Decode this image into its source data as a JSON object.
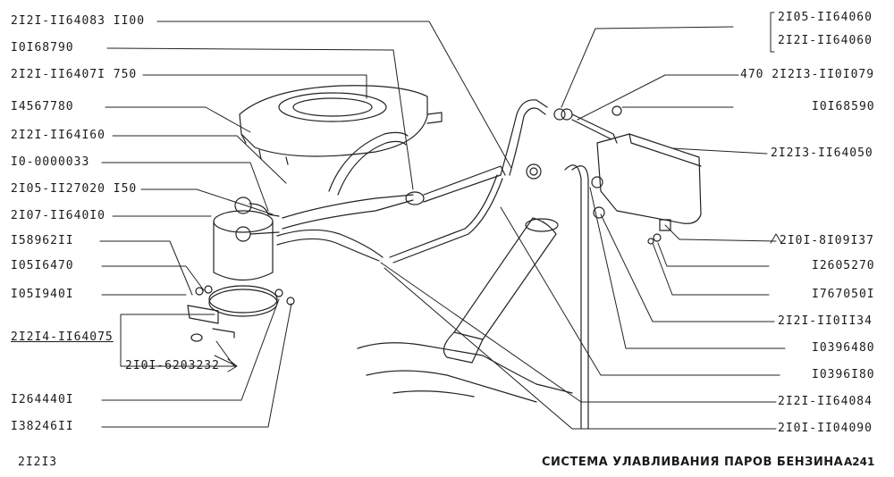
{
  "title": "СИСТЕМА УЛАВЛИВАНИЯ ПАРОВ БЕНЗИНА",
  "model_code": "2I2I3",
  "page_code": "A241",
  "left_labels": [
    "2I2I-II64083 II00",
    "I0I68790",
    "2I2I-II6407I 750",
    "I4567780",
    "2I2I-II64I60",
    "I0-0000033",
    "2I05-II27020 I50",
    "2I07-II640I0",
    "I58962II",
    "I05I6470",
    "I05I940I",
    "2I2I4-II64075",
    "2I0I-6203232",
    "I264440I",
    "I38246II"
  ],
  "right_labels": [
    "2I05-II64060",
    "2I2I-II64060",
    "470 2I2I3-II0I079",
    "I0I68590",
    "2I2I3-II64050",
    "2I0I-8I09I37",
    "I2605270",
    "I767050I",
    "2I2I-II0II34",
    "I0396480",
    "I0396I80",
    "2I2I-II64084",
    "2I0I-II04090"
  ]
}
